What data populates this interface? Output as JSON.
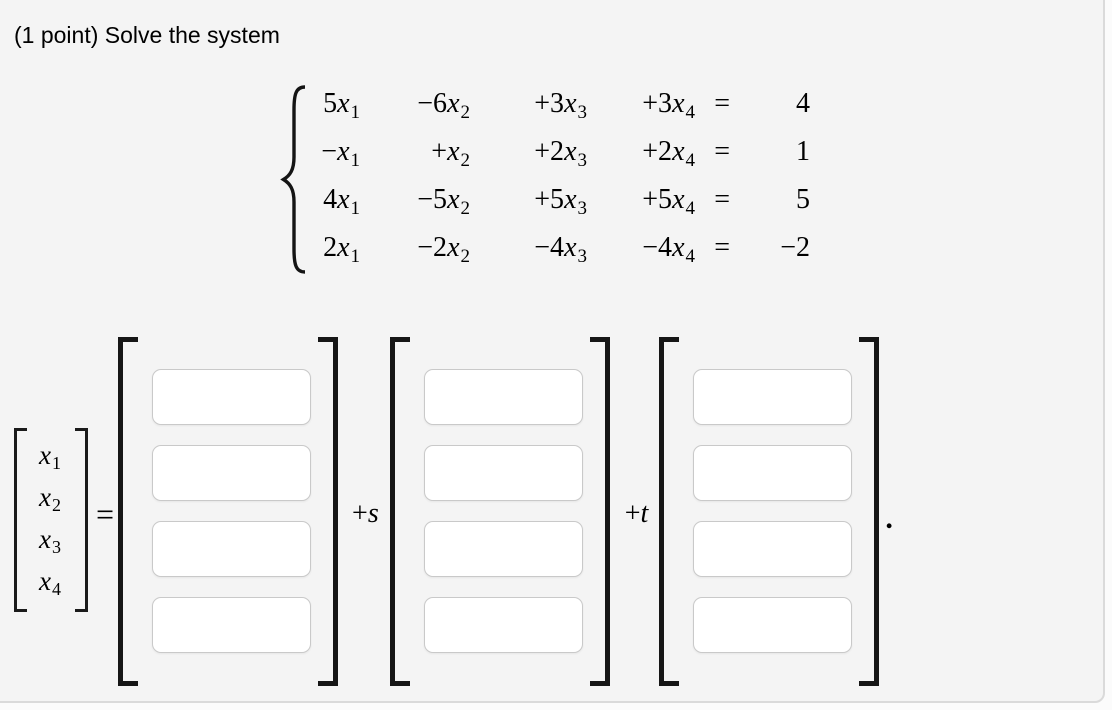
{
  "page": {
    "title": "(1 point) Solve the system"
  },
  "system": {
    "equals": "=",
    "rows": [
      {
        "t1": {
          "c": "5",
          "v": "x",
          "s": "1"
        },
        "t2": {
          "c": "−6",
          "v": "x",
          "s": "2"
        },
        "t3": {
          "c": "+3",
          "v": "x",
          "s": "3"
        },
        "t4": {
          "c": "+3",
          "v": "x",
          "s": "4"
        },
        "rhs": "4"
      },
      {
        "t1": {
          "c": "−",
          "v": "x",
          "s": "1"
        },
        "t2": {
          "c": "+",
          "v": "x",
          "s": "2"
        },
        "t3": {
          "c": "+2",
          "v": "x",
          "s": "3"
        },
        "t4": {
          "c": "+2",
          "v": "x",
          "s": "4"
        },
        "rhs": "1"
      },
      {
        "t1": {
          "c": "4",
          "v": "x",
          "s": "1"
        },
        "t2": {
          "c": "−5",
          "v": "x",
          "s": "2"
        },
        "t3": {
          "c": "+5",
          "v": "x",
          "s": "3"
        },
        "t4": {
          "c": "+5",
          "v": "x",
          "s": "4"
        },
        "rhs": "5"
      },
      {
        "t1": {
          "c": "2",
          "v": "x",
          "s": "1"
        },
        "t2": {
          "c": "−2",
          "v": "x",
          "s": "2"
        },
        "t3": {
          "c": "−4",
          "v": "x",
          "s": "3"
        },
        "t4": {
          "c": "−4",
          "v": "x",
          "s": "4"
        },
        "rhs": "−2"
      }
    ]
  },
  "answer": {
    "lhs": {
      "entries": [
        {
          "v": "x",
          "s": "1"
        },
        {
          "v": "x",
          "s": "2"
        },
        {
          "v": "x",
          "s": "3"
        },
        {
          "v": "x",
          "s": "4"
        }
      ]
    },
    "equals": "=",
    "scalar_s": {
      "plus": "+",
      "var": "s"
    },
    "scalar_t": {
      "plus": "+",
      "var": "t"
    },
    "period": ".",
    "vectors": [
      {
        "inputs": [
          {
            "value": ""
          },
          {
            "value": ""
          },
          {
            "value": ""
          },
          {
            "value": ""
          }
        ]
      },
      {
        "inputs": [
          {
            "value": ""
          },
          {
            "value": ""
          },
          {
            "value": ""
          },
          {
            "value": ""
          }
        ]
      },
      {
        "inputs": [
          {
            "value": ""
          },
          {
            "value": ""
          },
          {
            "value": ""
          },
          {
            "value": ""
          }
        ]
      }
    ]
  },
  "colors": {
    "panel_background": "#f4f4f4",
    "panel_border": "#dadada",
    "outside_background": "#fbfbfb",
    "input_border": "#c9c9c9",
    "text": "#000000",
    "bracket": "#161616"
  }
}
